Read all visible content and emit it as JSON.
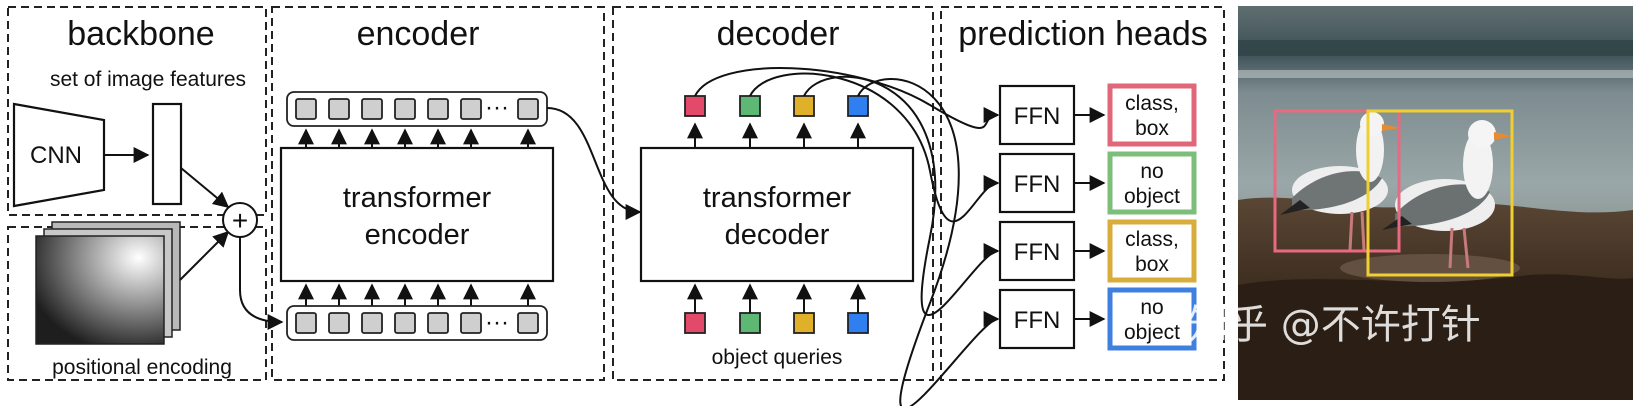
{
  "sections": {
    "backbone": "backbone",
    "encoder": "encoder",
    "decoder": "decoder",
    "prediction_heads": "prediction heads"
  },
  "labels": {
    "image_features": "set of image features",
    "cnn": "CNN",
    "positional_encoding": "positional encoding",
    "encoder_line1": "transformer",
    "encoder_line2": "encoder",
    "decoder_line1": "transformer",
    "decoder_line2": "decoder",
    "object_queries": "object queries",
    "ellipsis": "···",
    "plus": "+"
  },
  "heads": [
    {
      "ffn": "FFN",
      "line1": "class,",
      "line2": "box",
      "color": "#e0677a"
    },
    {
      "ffn": "FFN",
      "line1": "no",
      "line2": "object",
      "color": "#7dbf7a"
    },
    {
      "ffn": "FFN",
      "line1": "class,",
      "line2": "box",
      "color": "#d9ad3c"
    },
    {
      "ffn": "FFN",
      "line1": "no",
      "line2": "object",
      "color": "#3f7fe0"
    }
  ],
  "query_colors": [
    "#e34a6a",
    "#5cb872",
    "#e0b02a",
    "#2f7ff0"
  ],
  "detection_box_colors": [
    "#e86a80",
    "#f0cf30"
  ],
  "watermark": "知乎 @不许打针"
}
